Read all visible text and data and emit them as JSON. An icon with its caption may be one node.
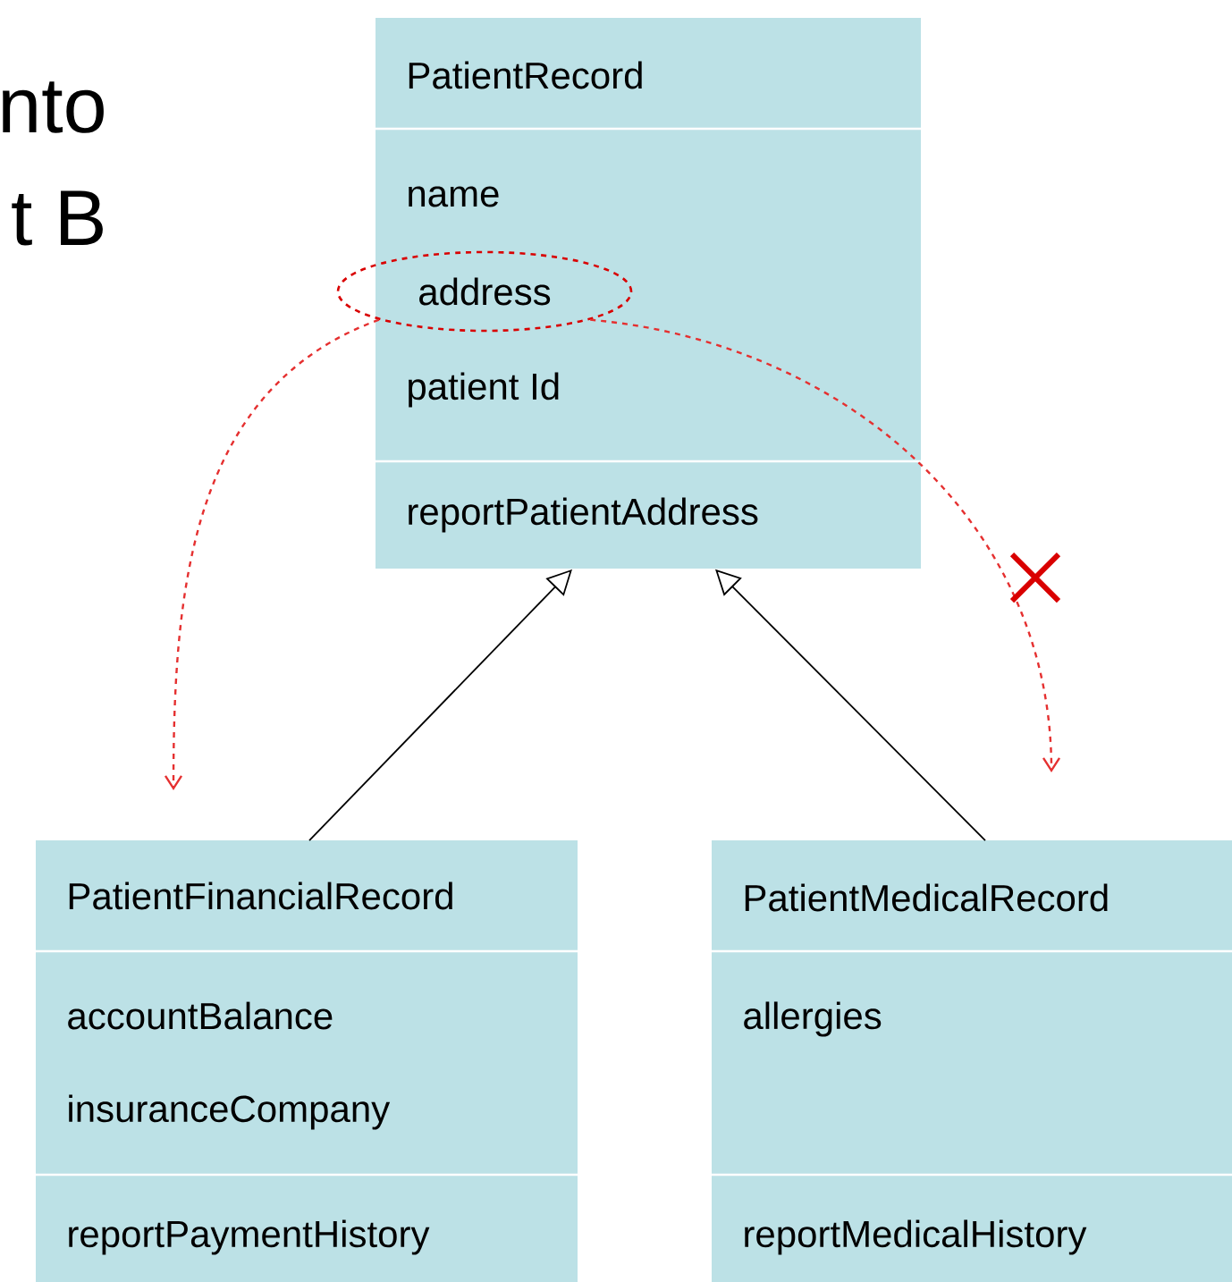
{
  "diagram": {
    "nodes": [
      {
        "text": [
          "PatientRecord",
          "name",
          "patient Id",
          "reportPatientAddress"
        ]
      },
      {
        "text": [
          "address"
        ],
        "in": 0
      },
      {
        "text": [
          "PatientFinancialRecord",
          "accountBalance",
          "insuranceCompany",
          "reportPaymentHistory"
        ]
      },
      {
        "text": [
          "PatientMedicalRecord",
          "allergies",
          "reportMedicalHistory"
        ]
      }
    ],
    "edges": [
      {
        "from": 2,
        "to": 0,
        "arrow": "to"
      },
      {
        "from": 3,
        "to": 0,
        "arrow": "to"
      },
      {
        "from": 1,
        "to": 2,
        "arrow": "to",
        "style": "dashed",
        "color": "#e53030"
      },
      {
        "from": 1,
        "to": 3,
        "arrow": "to",
        "style": "dashed",
        "color": "#e53030"
      }
    ],
    "labels": [
      "nto",
      "t B"
    ]
  }
}
